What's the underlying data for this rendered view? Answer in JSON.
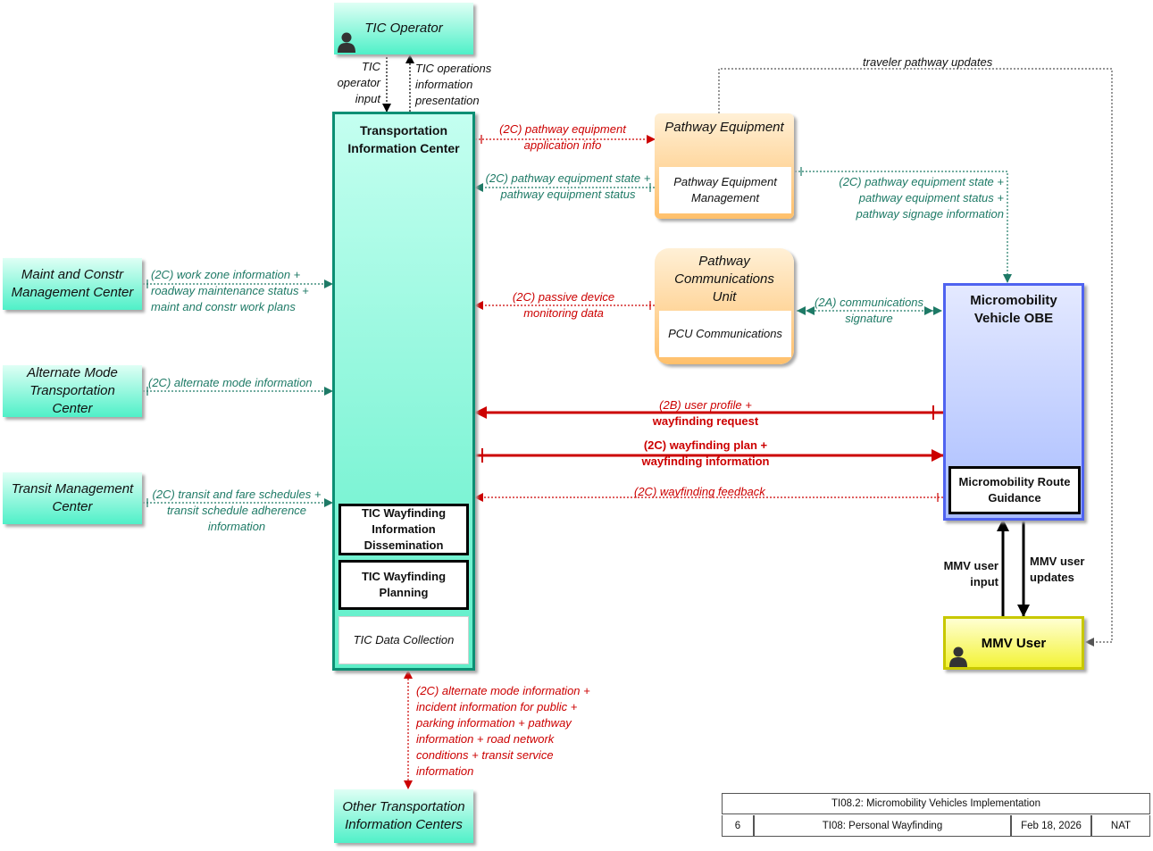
{
  "nodes": {
    "tic_operator": "TIC Operator",
    "tic": "Transportation Information Center",
    "tic_wayfinding_dissemination": "TIC Wayfinding Information Dissemination",
    "tic_wayfinding_planning": "TIC Wayfinding Planning",
    "tic_data_collection": "TIC Data Collection",
    "maint_constr": "Maint and Constr Management Center",
    "alternate_mode": "Alternate Mode Transportation Center",
    "transit_mgmt": "Transit Management Center",
    "pathway_equipment": "Pathway Equipment",
    "pathway_equipment_mgmt": "Pathway Equipment Management",
    "pcu": "Pathway Communications Unit",
    "pcu_communications": "PCU Communications",
    "mmv_obe": "Micromobility Vehicle OBE",
    "mmv_route_guidance": "Micromobility Route Guidance",
    "mmv_user": "MMV User",
    "other_tic": "Other Transportation Information Centers"
  },
  "flows": {
    "tic_operator_input": "TIC operator input",
    "tic_operations_presentation": "TIC operations information presentation",
    "traveler_pathway_updates": "traveler pathway updates",
    "pathway_app_info": "(2C) pathway equipment application info",
    "pathway_state_status": "(2C) pathway equipment state + pathway equipment status",
    "pathway_state_status_signage": "(2C) pathway equipment state + pathway equipment status + pathway signage information",
    "work_zone": "(2C) work zone information + roadway maintenance status + maint and constr work plans",
    "passive_device": "(2C) passive device monitoring data",
    "communications_signature": "(2A) communications signature",
    "alternate_mode_info": "(2C) alternate mode information",
    "user_profile_prefix": "(2B) user profile +",
    "wayfinding_request": "wayfinding request",
    "wayfinding_plan": "(2C) wayfinding plan + wayfinding information",
    "transit_fare": "(2C) transit and fare schedules + transit schedule adherence information",
    "wayfinding_feedback": "(2C) wayfinding feedback",
    "mmv_user_input": "MMV user input",
    "mmv_user_updates": "MMV user updates",
    "other_tic_flows": "(2C) alternate mode information + incident information for public + parking information + pathway information + road network conditions + transit service information"
  },
  "title_block": {
    "title": "TI08.2: Micromobility Vehicles Implementation",
    "page": "6",
    "service": "TI08: Personal Wayfinding",
    "date": "Feb 18, 2026",
    "org": "NAT"
  },
  "colors": {
    "teal_flow": "#1e7a66",
    "red_flow": "#cc0000",
    "tic_border": "#0c8f74",
    "obe_border": "#4f63f0",
    "user_border": "#c8c800"
  }
}
